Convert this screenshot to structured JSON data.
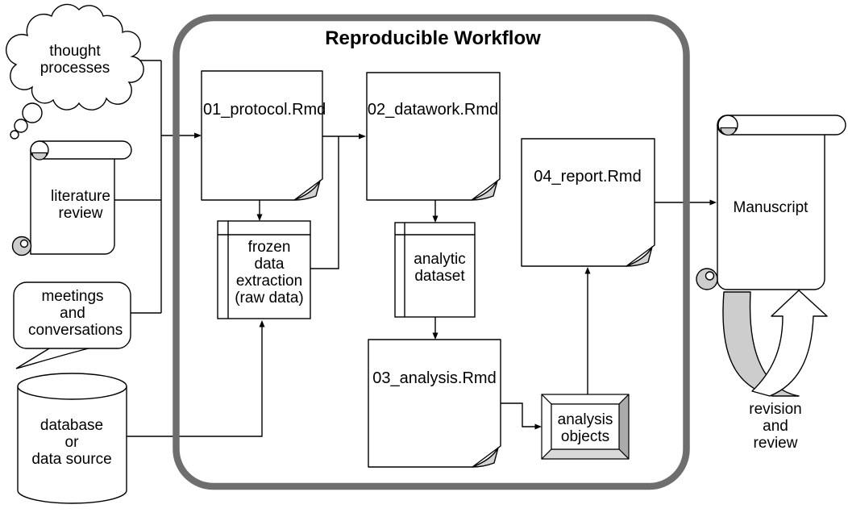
{
  "title": "Reproducible Workflow",
  "inputs": {
    "thought": "thought\nprocesses",
    "literature": "literature\nreview",
    "meetings": "meetings\nand\nconversations",
    "database": "database\nor\ndata source"
  },
  "workflow": {
    "protocol": "01_protocol.Rmd",
    "datawork": "02_datawork.Rmd",
    "frozen_data": "frozen\ndata\nextraction\n(raw data)",
    "analytic_dataset": "analytic\ndataset",
    "analysis": "03_analysis.Rmd",
    "analysis_objects": "analysis\nobjects",
    "report": "04_report.Rmd"
  },
  "outputs": {
    "manuscript": "Manuscript",
    "revision": "revision\nand\nreview"
  },
  "colors": {
    "workflow_border": "#6e6e6e",
    "shape_outline": "#000000",
    "shape_fill": "#ffffff",
    "gray_accent": "#cdcdcd",
    "bevel_right": "#ababab",
    "bevel_bottom": "#d9d9d9"
  }
}
